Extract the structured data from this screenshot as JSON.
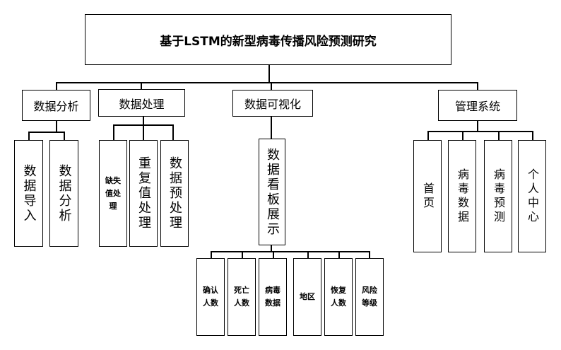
{
  "root": {
    "label": "基于LSTM的新型病毒传播风险预测研究"
  },
  "categories": {
    "analysis": {
      "label": "数据分析"
    },
    "processing": {
      "label": "数据处理"
    },
    "visualization": {
      "label": "数据可视化"
    },
    "management": {
      "label": "管理系统"
    }
  },
  "analysis_children": [
    {
      "label": "数据导入"
    },
    {
      "label": "数据分析"
    }
  ],
  "processing_children": [
    {
      "label": "缺失值处理"
    },
    {
      "label": "重复值处理"
    },
    {
      "label": "数据预处理"
    }
  ],
  "visualization_child": {
    "label": "数据看板展示"
  },
  "dashboard_children": [
    {
      "label": "确认人数"
    },
    {
      "label": "死亡人数"
    },
    {
      "label": "病毒数据"
    },
    {
      "label": "地区"
    },
    {
      "label": "恢复人数"
    },
    {
      "label": "风险等级"
    }
  ],
  "management_children": [
    {
      "label": "首页"
    },
    {
      "label": "病毒数据"
    },
    {
      "label": "病毒预测"
    },
    {
      "label": "个人中心"
    }
  ]
}
